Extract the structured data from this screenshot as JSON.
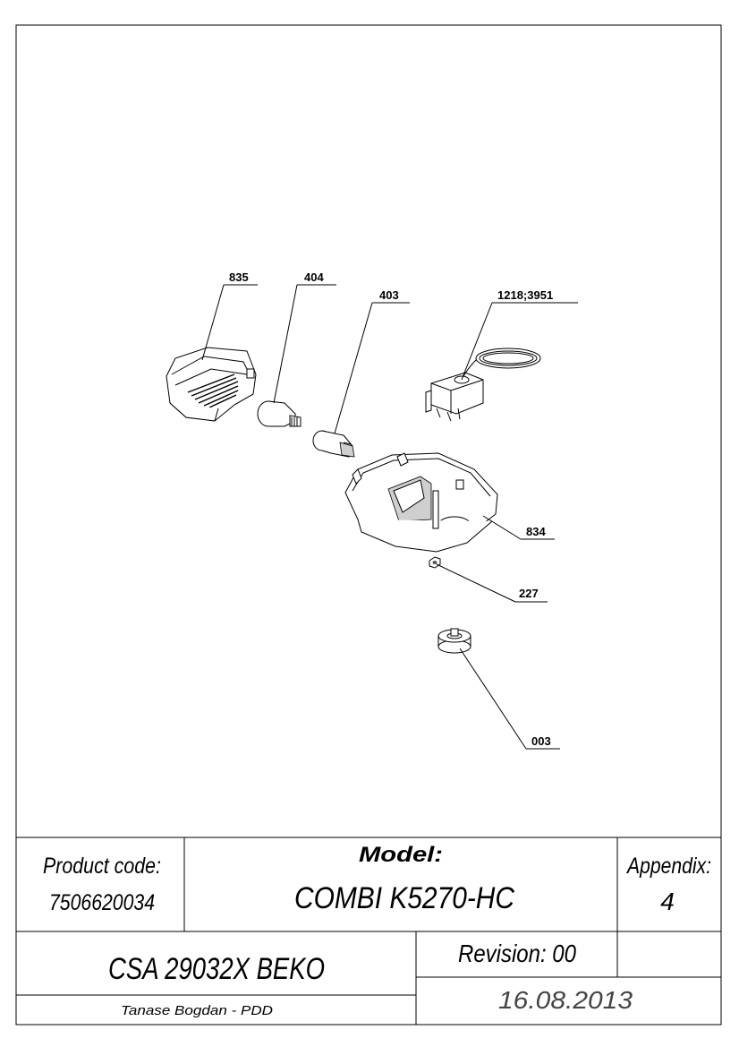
{
  "parts": [
    {
      "id": "835",
      "label": "835"
    },
    {
      "id": "404",
      "label": "404"
    },
    {
      "id": "403",
      "label": "403"
    },
    {
      "id": "1218",
      "label": "1218;3951"
    },
    {
      "id": "834",
      "label": "834"
    },
    {
      "id": "227",
      "label": "227"
    },
    {
      "id": "003",
      "label": "003"
    }
  ],
  "title_block": {
    "product_code_label": "Product code:",
    "product_code": "7506620034",
    "model_label": "Model:",
    "model": "COMBI K5270-HC",
    "appendix_label": "Appendix:",
    "appendix": "4",
    "brand_model": "CSA 29032X BEKO",
    "revision": "Revision: 00",
    "author": "Tanase Bogdan - PDD",
    "date": "16.08.2013"
  }
}
